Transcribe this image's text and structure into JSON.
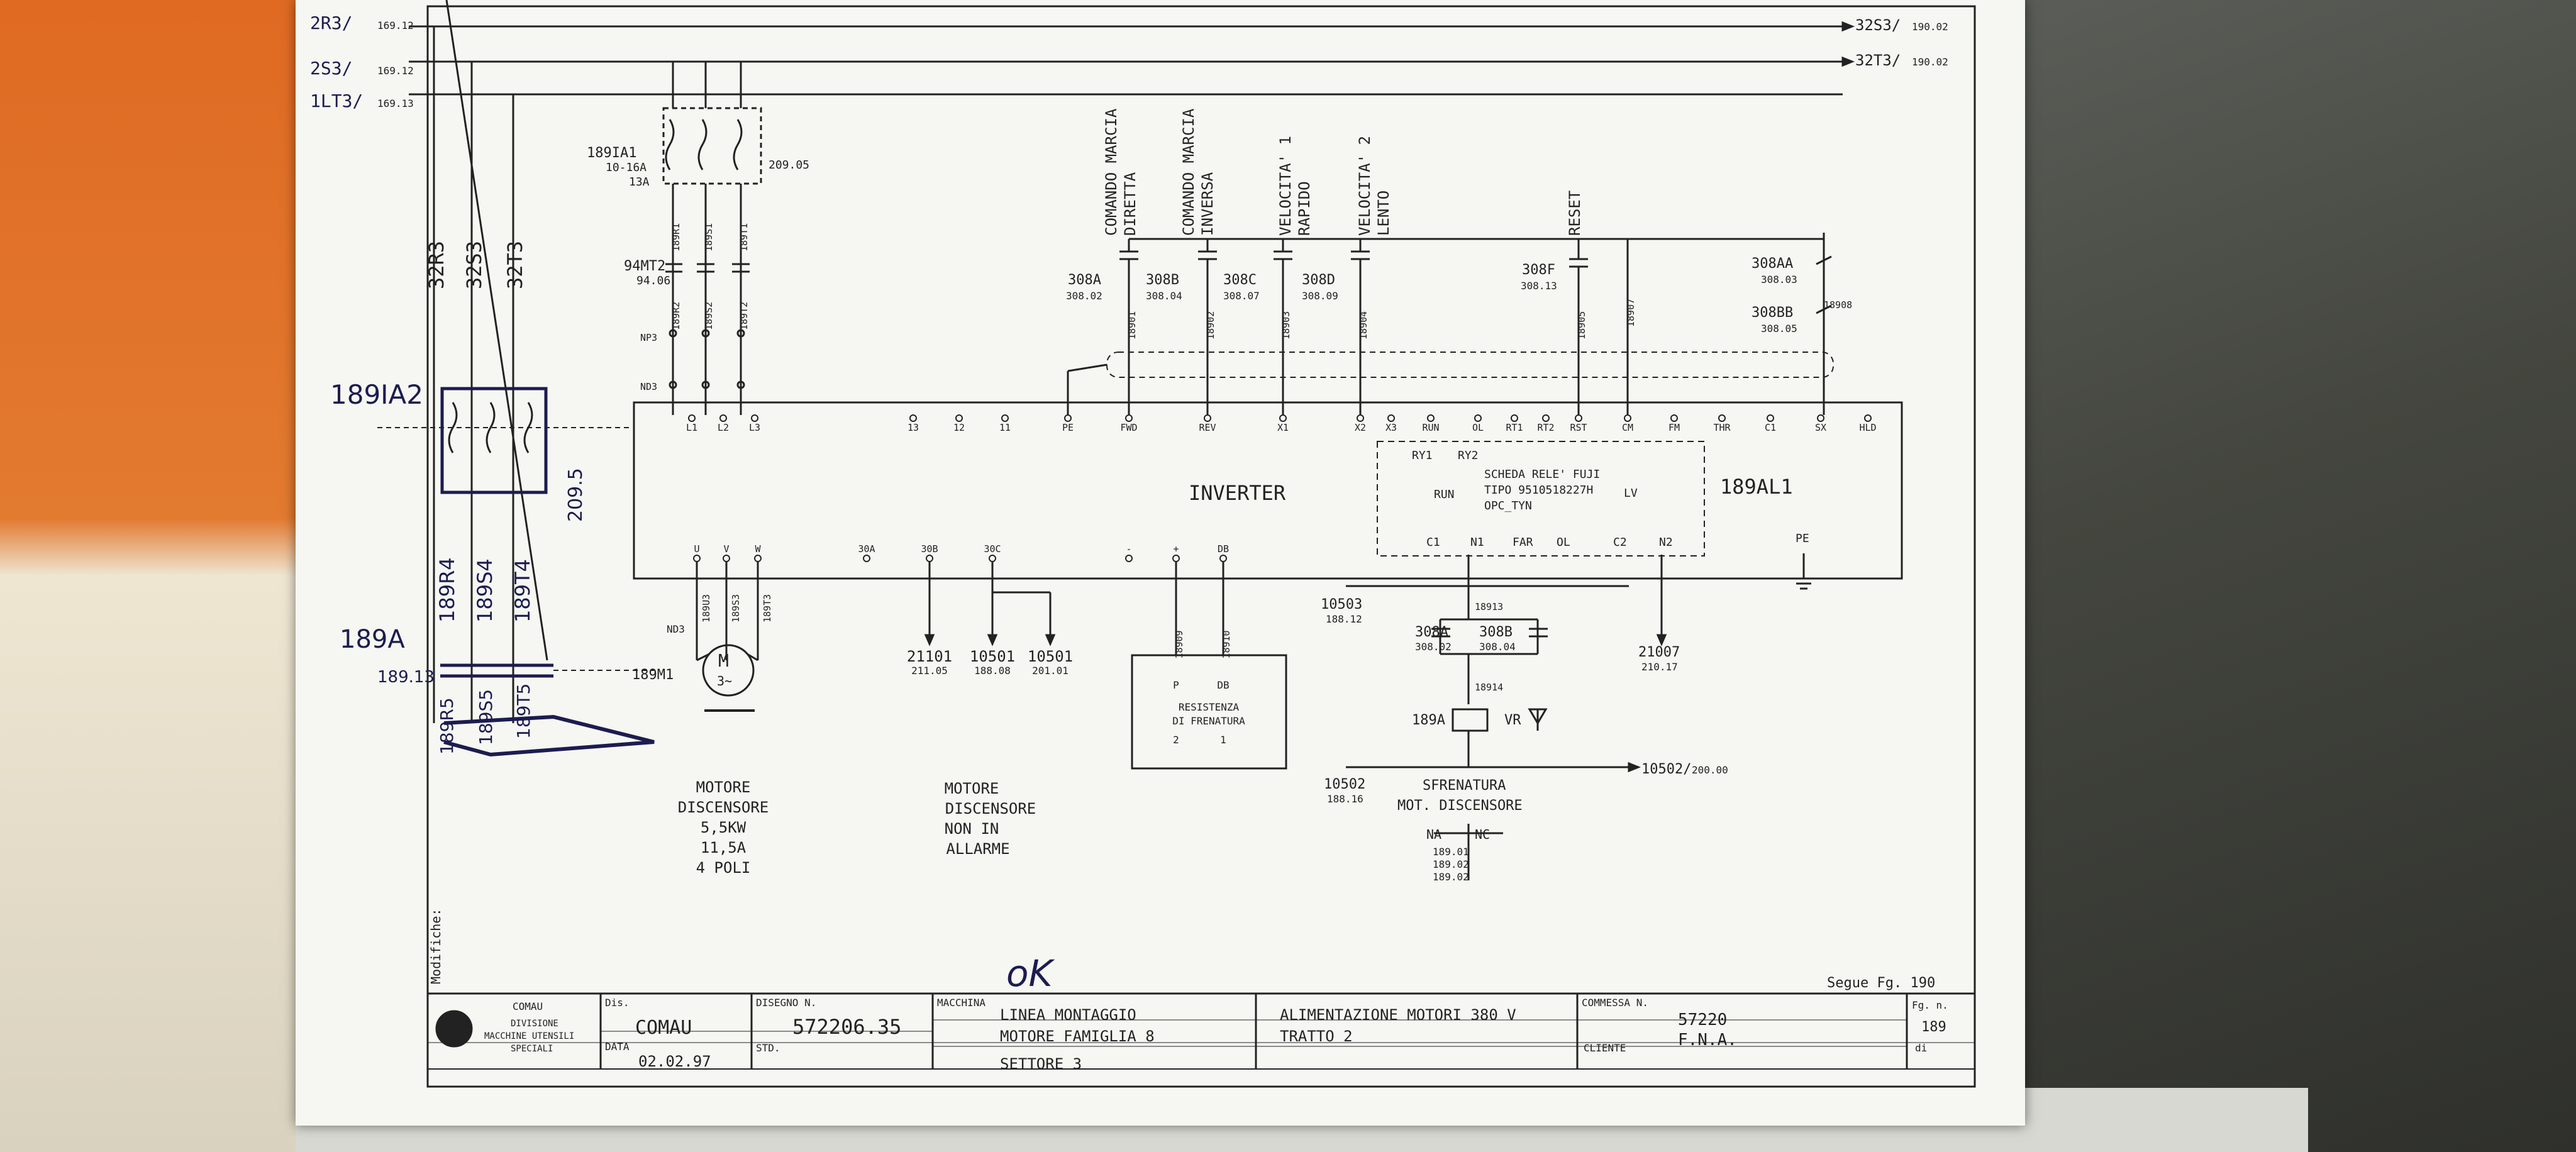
{
  "colors": {
    "ink": "#222222",
    "paper": "#f6f6f2",
    "handwriting": "#1c1c50"
  },
  "supply": {
    "r_in": "2R3/",
    "s_in": "2S3/",
    "t_in": "1LT3/",
    "r_ref": "169.12",
    "s_ref": "169.12",
    "t_ref": "169.13",
    "r_out": "32S3/",
    "r_out_ref": "190.02",
    "t_out": "32T3/",
    "t_out_ref": "190.02",
    "r_lbl": "32R3",
    "s_lbl": "32S3",
    "t_lbl": "32T3"
  },
  "breaker": {
    "tag": "189IA1",
    "range": "10-16A",
    "set": "13A",
    "aux": "209.05",
    "w1": "189R1",
    "w2": "189S1",
    "w3": "189T1"
  },
  "contactor": {
    "tag": "94MT2",
    "ref": "94.06",
    "np": "NP3",
    "nd": "ND3",
    "w1": "189R2",
    "w2": "189S2",
    "w3": "189T2"
  },
  "inverter": {
    "label": "INVERTER",
    "tag": "189AL1",
    "in_terminals": [
      "L1",
      "L2",
      "L3"
    ],
    "ctl_terminals": [
      "13",
      "12",
      "11",
      "PE",
      "FWD",
      "REV",
      "X1",
      "X2",
      "X3",
      "RUN",
      "OL",
      "RT1",
      "RT2",
      "RST",
      "CM",
      "FM",
      "THR",
      "C1",
      "SX",
      "HLD"
    ],
    "out_terminals": [
      "U",
      "V",
      "W",
      "30A",
      "30B",
      "30C",
      "-",
      "+",
      "DB"
    ]
  },
  "commands": [
    {
      "text1": "COMANDO MARCIA",
      "text2": "DIRETTA",
      "ref": "308A",
      "ref2": "308.02",
      "wire": "18901"
    },
    {
      "text1": "COMANDO MARCIA",
      "text2": "INVERSA",
      "ref": "308B",
      "ref2": "308.04",
      "wire": "18902"
    },
    {
      "text1": "VELOCITA' 1",
      "text2": "RAPIDO",
      "ref": "308C",
      "ref2": "308.07",
      "wire": "18903"
    },
    {
      "text1": "VELOCITA' 2",
      "text2": "LENTO",
      "ref": "308D",
      "ref2": "308.09",
      "wire": "18904"
    }
  ],
  "reset": {
    "text": "RESET",
    "ref": "308F",
    "ref2": "308.13",
    "wire": "18905",
    "wire2": "18907"
  },
  "right_contacts": {
    "a": "308AA",
    "a2": "308.03",
    "b": "308BB",
    "b2": "308.05",
    "wire": "18908"
  },
  "relay_card": {
    "title": "SCHEDA RELE' FUJI",
    "type": "TIPO 9510518227H",
    "model": "OPC_TYN",
    "run": "RUN",
    "lv": "LV",
    "ry1": "RY1",
    "ry2": "RY2",
    "c1": "C1",
    "n1": "N1",
    "far": "FAR",
    "ol": "OL",
    "c2": "C2",
    "n2": "N2",
    "pe": "PE"
  },
  "handwritten": {
    "breaker2": "189IA2",
    "ref1": "209.5",
    "motor_cont": "189A",
    "motor_cont_ref": "189.13",
    "w_r4": "189R4",
    "w_s4": "189S4",
    "w_t4": "189T4",
    "w_r5": "189R5",
    "w_s5": "189S5",
    "w_t5": "189T5",
    "ok": "oK"
  },
  "motor": {
    "tag": "189M1",
    "m": "M",
    "phase": "3~",
    "nd": "ND3",
    "w_u": "189U3",
    "w_v": "189S3",
    "w_w": "189T3",
    "desc": [
      "MOTORE",
      "DISCENSORE",
      "5,5KW",
      "11,5A",
      "4 POLI"
    ]
  },
  "alarm": {
    "desc": [
      "MOTORE",
      "DISCENSORE",
      "NON IN",
      "ALLARME"
    ],
    "r1": "21101",
    "r1b": "211.05",
    "r2": "10501",
    "r2b": "188.08",
    "r3": "10501",
    "r3b": "201.01"
  },
  "brake_res": {
    "title": "RESISTENZA",
    "title2": "DI FRENATURA",
    "p": "P",
    "db": "DB",
    "t2": "2",
    "t1": "1",
    "w1": "18909",
    "w2": "18910"
  },
  "brake": {
    "in_ref": "10503",
    "in_ref2": "188.12",
    "w1": "18913",
    "w2": "18914",
    "c1": "308A",
    "c1b": "308.02",
    "c2": "308B",
    "c2b": "308.04",
    "coil": "189A",
    "vr": "VR",
    "out_ref": "10502",
    "out_ref2": "188.16",
    "out_arrow": "10502/",
    "out_arrow2": "200.00",
    "desc1": "SFRENATURA",
    "desc2": "MOT. DISCENSORE",
    "na": "NA",
    "nc": "NC",
    "refs": [
      "189.01",
      "189.02",
      "189.02"
    ],
    "r21007": "21007",
    "r21007b": "210.17"
  },
  "title_block": {
    "company": "COMAU",
    "division": [
      "DIVISIONE",
      "MACCHINE UTENSILI",
      "SPECIALI"
    ],
    "dis_lbl": "Dis.",
    "dis_val": "COMAU",
    "data_lbl": "DATA",
    "data_val": "02.02.97",
    "disegno_lbl": "DISEGNO N.",
    "disegno_val": "572206.35",
    "std_lbl": "STD.",
    "macchina_lbl": "MACCHINA",
    "line1": "LINEA MONTAGGIO",
    "line2": "MOTORE FAMIGLIA 8",
    "line3": "SETTORE 3",
    "desc1": "ALIMENTAZIONE MOTORI 380 V",
    "desc2": "TRATTO 2",
    "commessa_lbl": "COMMESSA N.",
    "commessa_val": "57220",
    "cliente_lbl": "CLIENTE",
    "cliente_val": "F.N.A.",
    "fg_lbl": "Fg. n.",
    "fg_val": "189",
    "di_lbl": "di",
    "segue": "Segue Fg. 190",
    "modifiche": "Modifiche:"
  }
}
